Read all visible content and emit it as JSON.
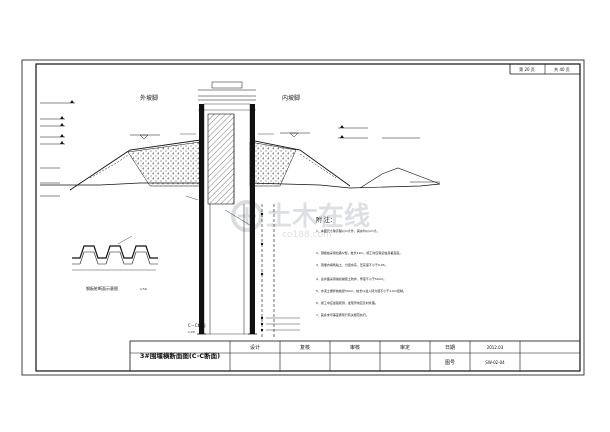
{
  "sheet": {
    "page_label": "第 20 页",
    "total_label": "共 40 页",
    "section_label": "C－C断面",
    "scale_label": "1:20",
    "notes_heading": "附 注：",
    "notes": [
      "1、本图尺寸除高程以m计外，其余均以cm计。",
      "2、钢板桩采用拉森Ⅳ型，桩长12m，施工时应保证桩身垂直度。",
      "3、围堰内填筑粘土，分层夯实，压实度不小于0.93。",
      "4、迎水面采用编织袋装土防护，厚度不小于50cm。",
      "5、水泥土搅拌桩桩径50cm，桩长以进入持力层不小于1.0m控制。",
      "6、施工中应加强观测，发现异常应及时处理。",
      "7、其余未尽事宜按现行有关规范执行。"
    ],
    "left_side_label": "外坡脚",
    "right_side_label": "内坡脚",
    "detail_caption": "钢板桩断面示意图",
    "detail_scale": "1:50",
    "title_block": {
      "drawing_title": "3#围堰横断面图(C-C断面)",
      "designer_label": "设计",
      "checker_label": "复核",
      "reviewer_label": "审核",
      "approver_label": "审定",
      "date_label": "日期",
      "date_value": "2012.03",
      "drawing_no_label": "图号",
      "drawing_no_value": "SW-02-04"
    },
    "watermark_main": "土木在线",
    "watermark_sub": "co188.com"
  },
  "icons": {
    "logo": "watermark-logo-icon"
  }
}
